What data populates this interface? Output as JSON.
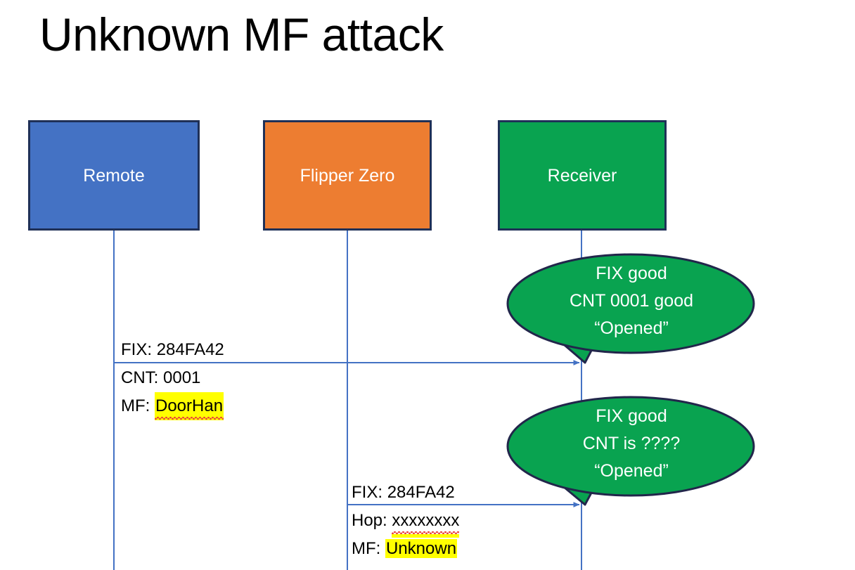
{
  "slide": {
    "title": "Unknown MF attack",
    "background": "#FFFFFF"
  },
  "colors": {
    "remote_fill": "#4472C4",
    "flipper_fill": "#ED7D31",
    "receiver_fill": "#09A350",
    "box_border": "#1F3057",
    "lifeline": "#4472C4",
    "arrow": "#4472C4",
    "bubble_fill": "#09A350",
    "bubble_border": "#22264B",
    "highlight": "#FFFF00",
    "spellcheck_underline": "#E8413B",
    "text": "#000000",
    "box_text": "#FFFFFF"
  },
  "actors": [
    {
      "id": "remote",
      "label": "Remote",
      "fill": "#4472C4"
    },
    {
      "id": "flipper",
      "label": "Flipper Zero",
      "fill": "#ED7D31"
    },
    {
      "id": "receiver",
      "label": "Receiver",
      "fill": "#09A350"
    }
  ],
  "messages": [
    {
      "id": "msg-remote",
      "from": "remote",
      "to": "receiver",
      "lines": [
        {
          "label": "FIX:",
          "value": "284FA42",
          "highlight": false,
          "spellcheck": false
        },
        {
          "label": "CNT:",
          "value": "0001",
          "highlight": false,
          "spellcheck": false
        },
        {
          "label": "MF:",
          "value": "DoorHan",
          "highlight": true,
          "spellcheck": true
        }
      ]
    },
    {
      "id": "msg-flipper",
      "from": "flipper",
      "to": "receiver",
      "lines": [
        {
          "label": "FIX:",
          "value": "284FA42",
          "highlight": false,
          "spellcheck": false
        },
        {
          "label": "Hop:",
          "value": "xxxxxxxx",
          "highlight": false,
          "spellcheck": true
        },
        {
          "label": "MF:",
          "value": "Unknown",
          "highlight": true,
          "spellcheck": false
        }
      ]
    }
  ],
  "bubbles": [
    {
      "id": "bubble-1",
      "attached_to": "receiver",
      "lines": [
        "FIX good",
        "CNT 0001 good",
        "“Opened”"
      ]
    },
    {
      "id": "bubble-2",
      "attached_to": "receiver",
      "lines": [
        "FIX good",
        "CNT is ????",
        "“Opened”"
      ]
    }
  ]
}
